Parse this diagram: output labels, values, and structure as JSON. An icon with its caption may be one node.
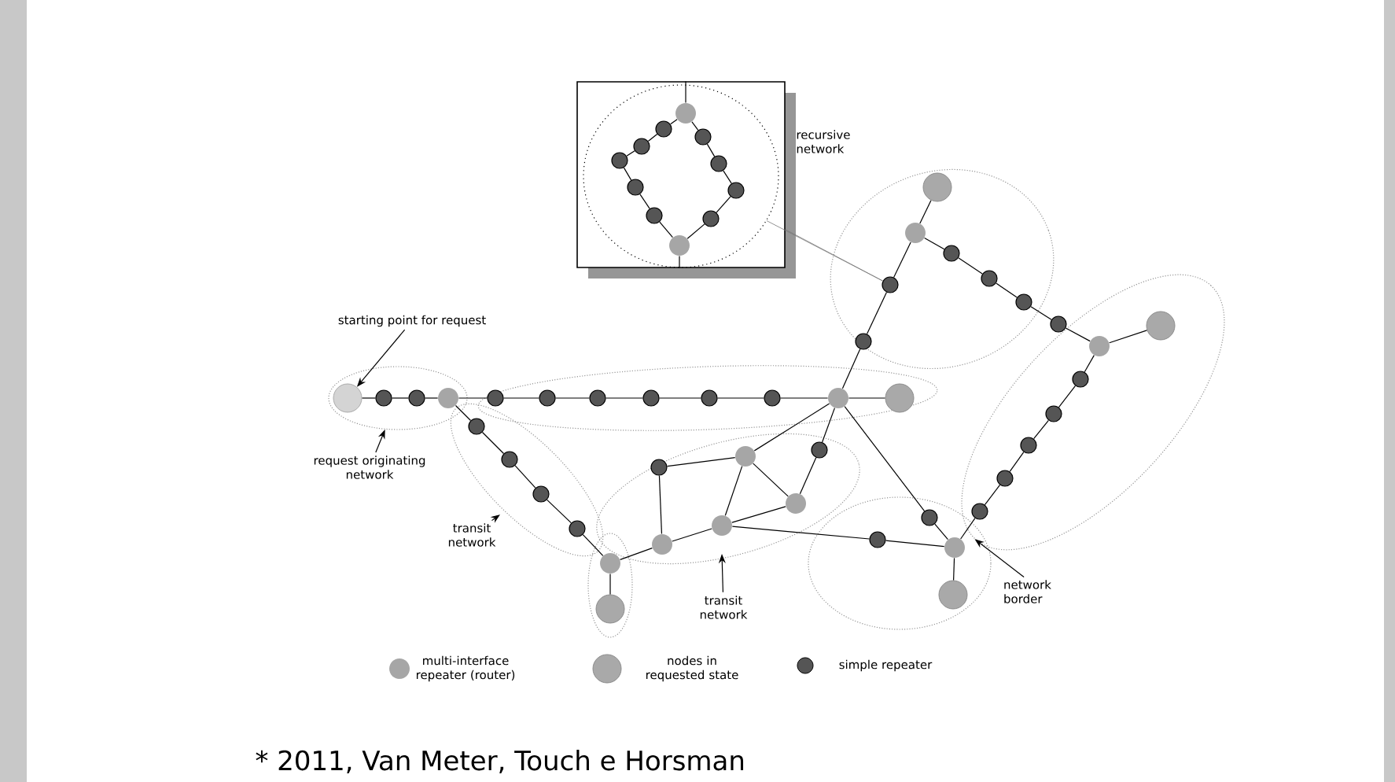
{
  "diagram": {
    "caption": "* 2011, Van Meter, Touch e Horsman",
    "nodes": [
      {
        "text": [],
        "shape": "box",
        "beside": [
          "recursive network"
        ]
      },
      {
        "text": [],
        "shape": "circle",
        "in": 0
      },
      {
        "text": [],
        "shape": "circle",
        "in": 1
      },
      {
        "text": [],
        "shape": "circle",
        "in": 1
      },
      {
        "text": [],
        "shape": "circle",
        "in": 1
      },
      {
        "text": [],
        "shape": "circle",
        "in": 1
      },
      {
        "text": [],
        "shape": "circle",
        "in": 1
      },
      {
        "text": [],
        "shape": "circle",
        "in": 1
      },
      {
        "text": [],
        "shape": "circle",
        "in": 1
      },
      {
        "text": [],
        "shape": "circle",
        "in": 1
      },
      {
        "text": [],
        "shape": "circle",
        "in": 1
      },
      {
        "text": [],
        "shape": "circle",
        "in": 1
      },
      {
        "text": [],
        "shape": "circle",
        "in": 1
      },
      {
        "text": [
          "starting point for request"
        ]
      },
      {
        "text": [
          "request originating network"
        ]
      },
      {
        "text": [
          "transit network"
        ]
      },
      {
        "text": [
          "transit network"
        ]
      },
      {
        "text": [
          "network border"
        ]
      },
      {
        "text": [],
        "shape": "ellipse"
      },
      {
        "text": [],
        "shape": "ellipse"
      },
      {
        "text": [],
        "shape": "circle",
        "in": 18
      },
      {
        "text": [],
        "shape": "circle",
        "in": 18
      },
      {
        "text": [],
        "shape": "circle",
        "in": 18
      },
      {
        "text": [],
        "shape": "circle",
        "in": 18
      },
      {
        "text": [],
        "shape": "circle"
      },
      {
        "text": [],
        "shape": "circle"
      },
      {
        "text": [],
        "shape": "circle"
      },
      {
        "text": [],
        "shape": "circle"
      },
      {
        "text": [],
        "shape": "circle"
      },
      {
        "text": [],
        "shape": "circle"
      },
      {
        "text": [],
        "shape": "circle"
      },
      {
        "text": [],
        "shape": "circle"
      },
      {
        "text": [],
        "shape": "circle"
      },
      {
        "text": [],
        "shape": "circle"
      },
      {
        "text": [],
        "shape": "circle"
      },
      {
        "text": [],
        "shape": "circle"
      },
      {
        "text": [],
        "shape": "circle"
      },
      {
        "text": [],
        "shape": "circle"
      },
      {
        "text": [],
        "shape": "circle"
      },
      {
        "text": [],
        "shape": "circle"
      },
      {
        "text": [],
        "shape": "circle"
      },
      {
        "text": [],
        "shape": "circle"
      },
      {
        "text": [],
        "shape": "circle"
      },
      {
        "text": [],
        "shape": "circle"
      },
      {
        "text": [],
        "shape": "circle"
      },
      {
        "text": [],
        "shape": "circle"
      },
      {
        "text": [],
        "shape": "circle"
      },
      {
        "text": [],
        "shape": "circle"
      },
      {
        "text": [],
        "shape": "circle",
        "in": 19
      },
      {
        "text": [],
        "shape": "circle",
        "in": 19
      },
      {
        "text": [],
        "shape": "circle",
        "in": 19
      },
      {
        "text": [],
        "shape": "circle",
        "in": 19
      },
      {
        "text": [],
        "shape": "circle",
        "in": 19
      },
      {
        "text": [],
        "shape": "circle",
        "in": 19
      },
      {
        "text": [],
        "shape": "circle",
        "in": 19
      },
      {
        "text": [],
        "shape": "circle"
      },
      {
        "text": [],
        "shape": "circle"
      },
      {
        "text": [],
        "shape": "circle"
      },
      {
        "text": [],
        "shape": "circle"
      },
      {
        "text": [],
        "shape": "circle"
      },
      {
        "text": [],
        "shape": "circle"
      },
      {
        "text": [],
        "shape": "circle"
      },
      {
        "text": [],
        "shape": "circle"
      }
    ],
    "edges": [
      {
        "from": 2,
        "to": 3,
        "arrow": "none"
      },
      {
        "from": 3,
        "to": 4,
        "arrow": "none"
      },
      {
        "from": 4,
        "to": 5,
        "arrow": "none"
      },
      {
        "from": 5,
        "to": 6,
        "arrow": "none"
      },
      {
        "from": 6,
        "to": 7,
        "arrow": "none"
      },
      {
        "from": 7,
        "to": 12,
        "arrow": "none"
      },
      {
        "from": 2,
        "to": 8,
        "arrow": "none"
      },
      {
        "from": 8,
        "to": 9,
        "arrow": "none"
      },
      {
        "from": 9,
        "to": 10,
        "arrow": "none"
      },
      {
        "from": 10,
        "to": 11,
        "arrow": "none"
      },
      {
        "from": 11,
        "to": 12,
        "arrow": "none"
      },
      {
        "from": 1,
        "to": 56,
        "arrow": "none",
        "color": "#787878"
      },
      {
        "from": 0,
        "to": 56,
        "arrow": "none",
        "color": "#787878"
      },
      {
        "from": 13,
        "to": 20,
        "arrow": "to"
      },
      {
        "from": 14,
        "to": 18,
        "arrow": "to"
      },
      {
        "from": 15,
        "to": null,
        "arrow": "to"
      },
      {
        "from": 16,
        "to": null,
        "arrow": "to"
      },
      {
        "from": 17,
        "to": 19,
        "arrow": "to"
      },
      {
        "from": 20,
        "to": 21,
        "arrow": "none"
      },
      {
        "from": 21,
        "to": 22,
        "arrow": "none"
      },
      {
        "from": 22,
        "to": 23,
        "arrow": "none"
      },
      {
        "from": 23,
        "to": 24,
        "arrow": "none"
      },
      {
        "from": 24,
        "to": 25,
        "arrow": "none"
      },
      {
        "from": 25,
        "to": 26,
        "arrow": "none"
      },
      {
        "from": 26,
        "to": 27,
        "arrow": "none"
      },
      {
        "from": 27,
        "to": 28,
        "arrow": "none"
      },
      {
        "from": 28,
        "to": 29,
        "arrow": "none"
      },
      {
        "from": 29,
        "to": 30,
        "arrow": "none"
      },
      {
        "from": 30,
        "to": 31,
        "arrow": "none"
      },
      {
        "from": 23,
        "to": 32,
        "arrow": "none"
      },
      {
        "from": 32,
        "to": 33,
        "arrow": "none"
      },
      {
        "from": 33,
        "to": 34,
        "arrow": "none"
      },
      {
        "from": 34,
        "to": 35,
        "arrow": "none"
      },
      {
        "from": 35,
        "to": 36,
        "arrow": "none"
      },
      {
        "from": 36,
        "to": 37,
        "arrow": "none"
      },
      {
        "from": 36,
        "to": 42,
        "arrow": "none"
      },
      {
        "from": 42,
        "to": 43,
        "arrow": "none"
      },
      {
        "from": 43,
        "to": 41,
        "arrow": "none"
      },
      {
        "from": 42,
        "to": 38,
        "arrow": "none"
      },
      {
        "from": 38,
        "to": 39,
        "arrow": "none"
      },
      {
        "from": 39,
        "to": 43,
        "arrow": "none"
      },
      {
        "from": 39,
        "to": 41,
        "arrow": "none"
      },
      {
        "from": 41,
        "to": 40,
        "arrow": "none"
      },
      {
        "from": 40,
        "to": 30,
        "arrow": "none"
      },
      {
        "from": 39,
        "to": 30,
        "arrow": "none"
      },
      {
        "from": 43,
        "to": 44,
        "arrow": "none"
      },
      {
        "from": 44,
        "to": 46,
        "arrow": "none"
      },
      {
        "from": 30,
        "to": 45,
        "arrow": "none"
      },
      {
        "from": 45,
        "to": 46,
        "arrow": "none"
      },
      {
        "from": 46,
        "to": 47,
        "arrow": "none"
      },
      {
        "from": 46,
        "to": 48,
        "arrow": "none"
      },
      {
        "from": 48,
        "to": 49,
        "arrow": "none"
      },
      {
        "from": 49,
        "to": 50,
        "arrow": "none"
      },
      {
        "from": 50,
        "to": 51,
        "arrow": "none"
      },
      {
        "from": 51,
        "to": 52,
        "arrow": "none"
      },
      {
        "from": 52,
        "to": 53,
        "arrow": "none"
      },
      {
        "from": 53,
        "to": 54,
        "arrow": "none"
      },
      {
        "from": 30,
        "to": 55,
        "arrow": "none"
      },
      {
        "from": 55,
        "to": 56,
        "arrow": "none"
      },
      {
        "from": 56,
        "to": 57,
        "arrow": "none"
      },
      {
        "from": 57,
        "to": 58,
        "arrow": "none"
      },
      {
        "from": 57,
        "to": 59,
        "arrow": "none"
      },
      {
        "from": 59,
        "to": 60,
        "arrow": "none"
      },
      {
        "from": 60,
        "to": 61,
        "arrow": "none"
      },
      {
        "from": 61,
        "to": 62,
        "arrow": "none"
      },
      {
        "from": 62,
        "to": 53,
        "arrow": "none"
      }
    ],
    "legend": [
      {
        "text": "multi-interface repeater (router)",
        "color": "#a6a6a6"
      },
      {
        "text": "nodes in requested state",
        "color": "#a9a9a9"
      },
      {
        "text": "simple repeater",
        "color": "#555555"
      }
    ]
  }
}
